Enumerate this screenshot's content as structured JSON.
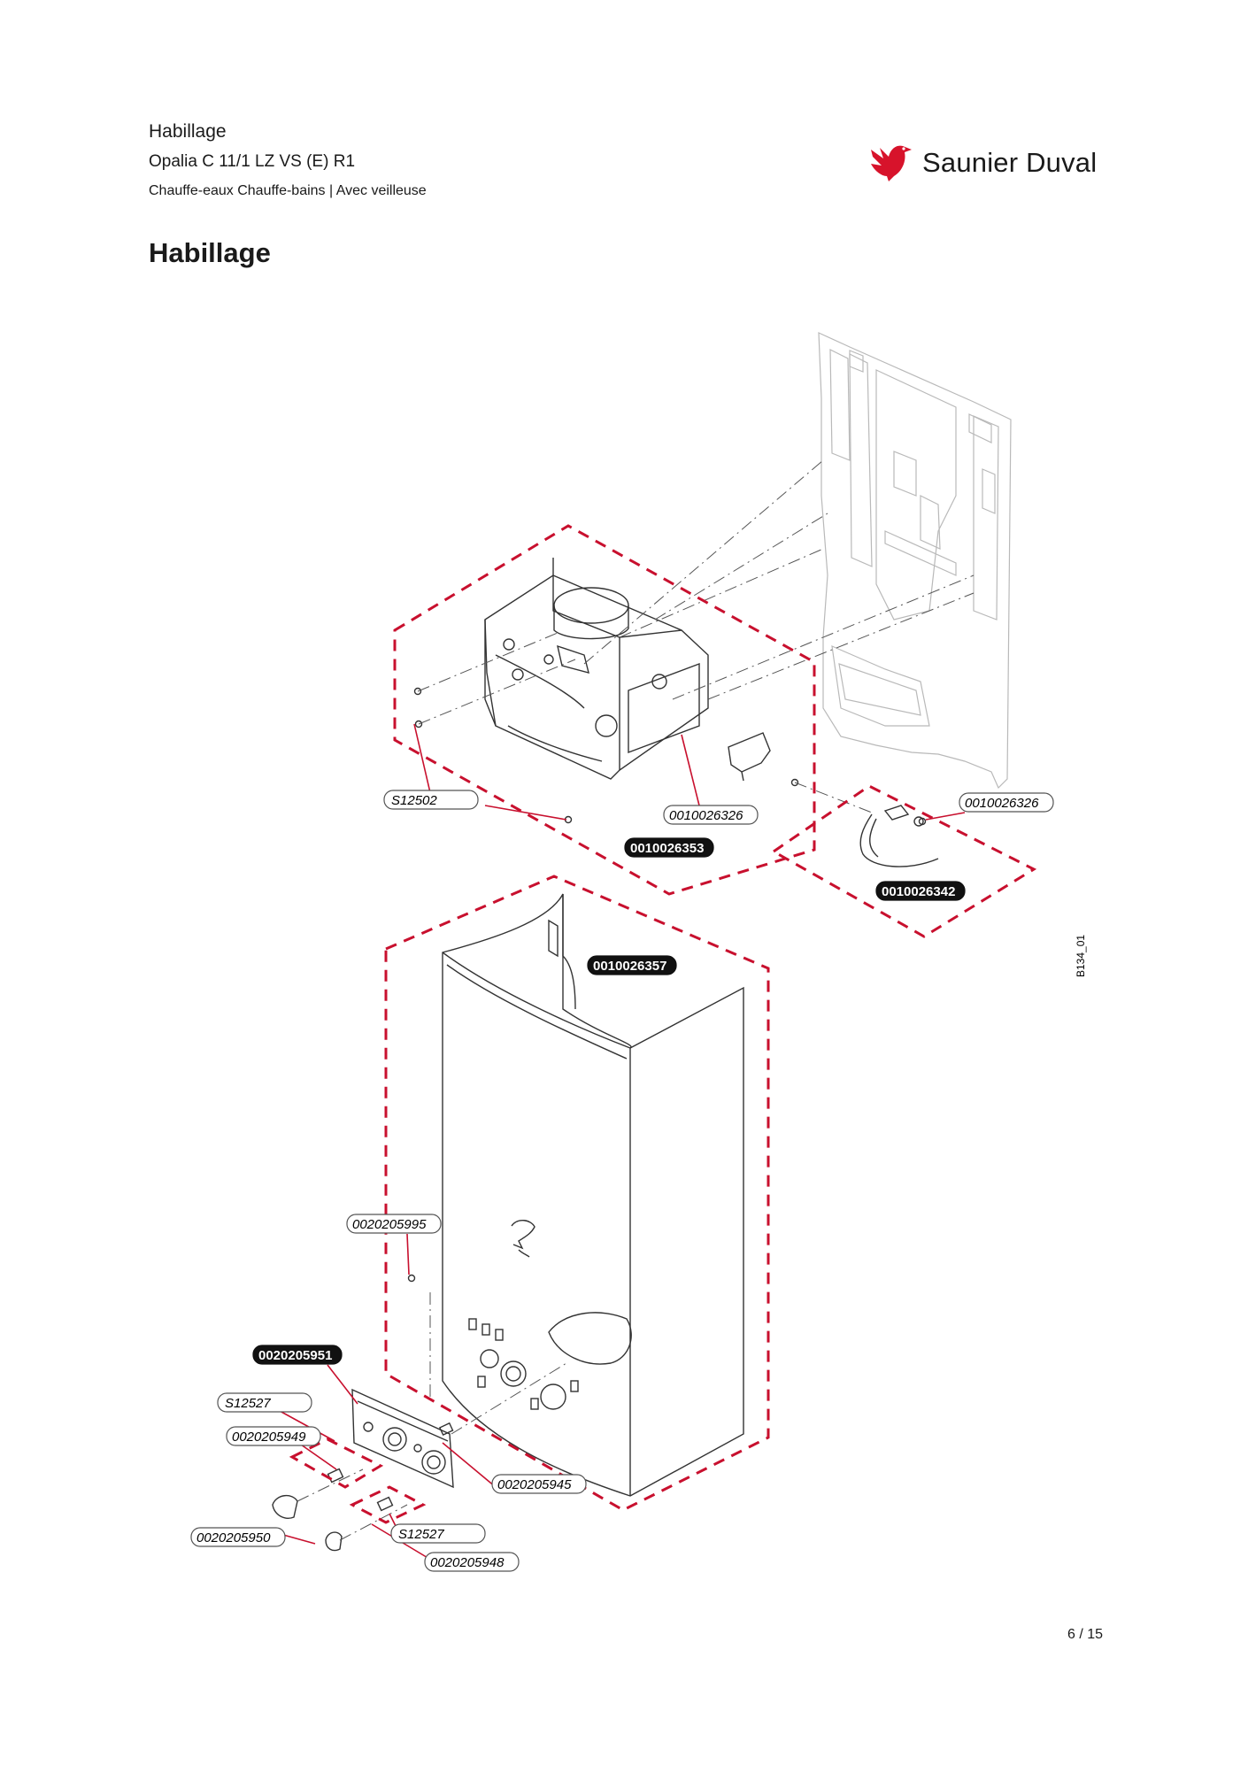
{
  "header": {
    "title": "Habillage",
    "model": "Opalia C 11/1 LZ VS (E) R1",
    "category": "Chauffe-eaux Chauffe-bains | Avec veilleuse"
  },
  "brand": {
    "name": "Saunier Duval",
    "color": "#d7132b"
  },
  "section_title": "Habillage",
  "diagram": {
    "ref_code": "B134_01",
    "callouts": [
      {
        "id": "c1",
        "label": "S12502",
        "highlighted": false
      },
      {
        "id": "c2",
        "label": "0010026326",
        "highlighted": false
      },
      {
        "id": "c3",
        "label": "0010026353",
        "highlighted": true
      },
      {
        "id": "c4",
        "label": "0010026326",
        "highlighted": false
      },
      {
        "id": "c5",
        "label": "0010026342",
        "highlighted": true
      },
      {
        "id": "c6",
        "label": "0010026357",
        "highlighted": true
      },
      {
        "id": "c7",
        "label": "0020205995",
        "highlighted": false
      },
      {
        "id": "c8",
        "label": "0020205951",
        "highlighted": true
      },
      {
        "id": "c9",
        "label": "S12527",
        "highlighted": false
      },
      {
        "id": "c10",
        "label": "0020205949",
        "highlighted": false
      },
      {
        "id": "c11",
        "label": "0020205945",
        "highlighted": false
      },
      {
        "id": "c12",
        "label": "S12527",
        "highlighted": false
      },
      {
        "id": "c13",
        "label": "0020205950",
        "highlighted": false
      },
      {
        "id": "c14",
        "label": "0020205948",
        "highlighted": false
      }
    ]
  },
  "page": {
    "number": "6 / 15"
  }
}
